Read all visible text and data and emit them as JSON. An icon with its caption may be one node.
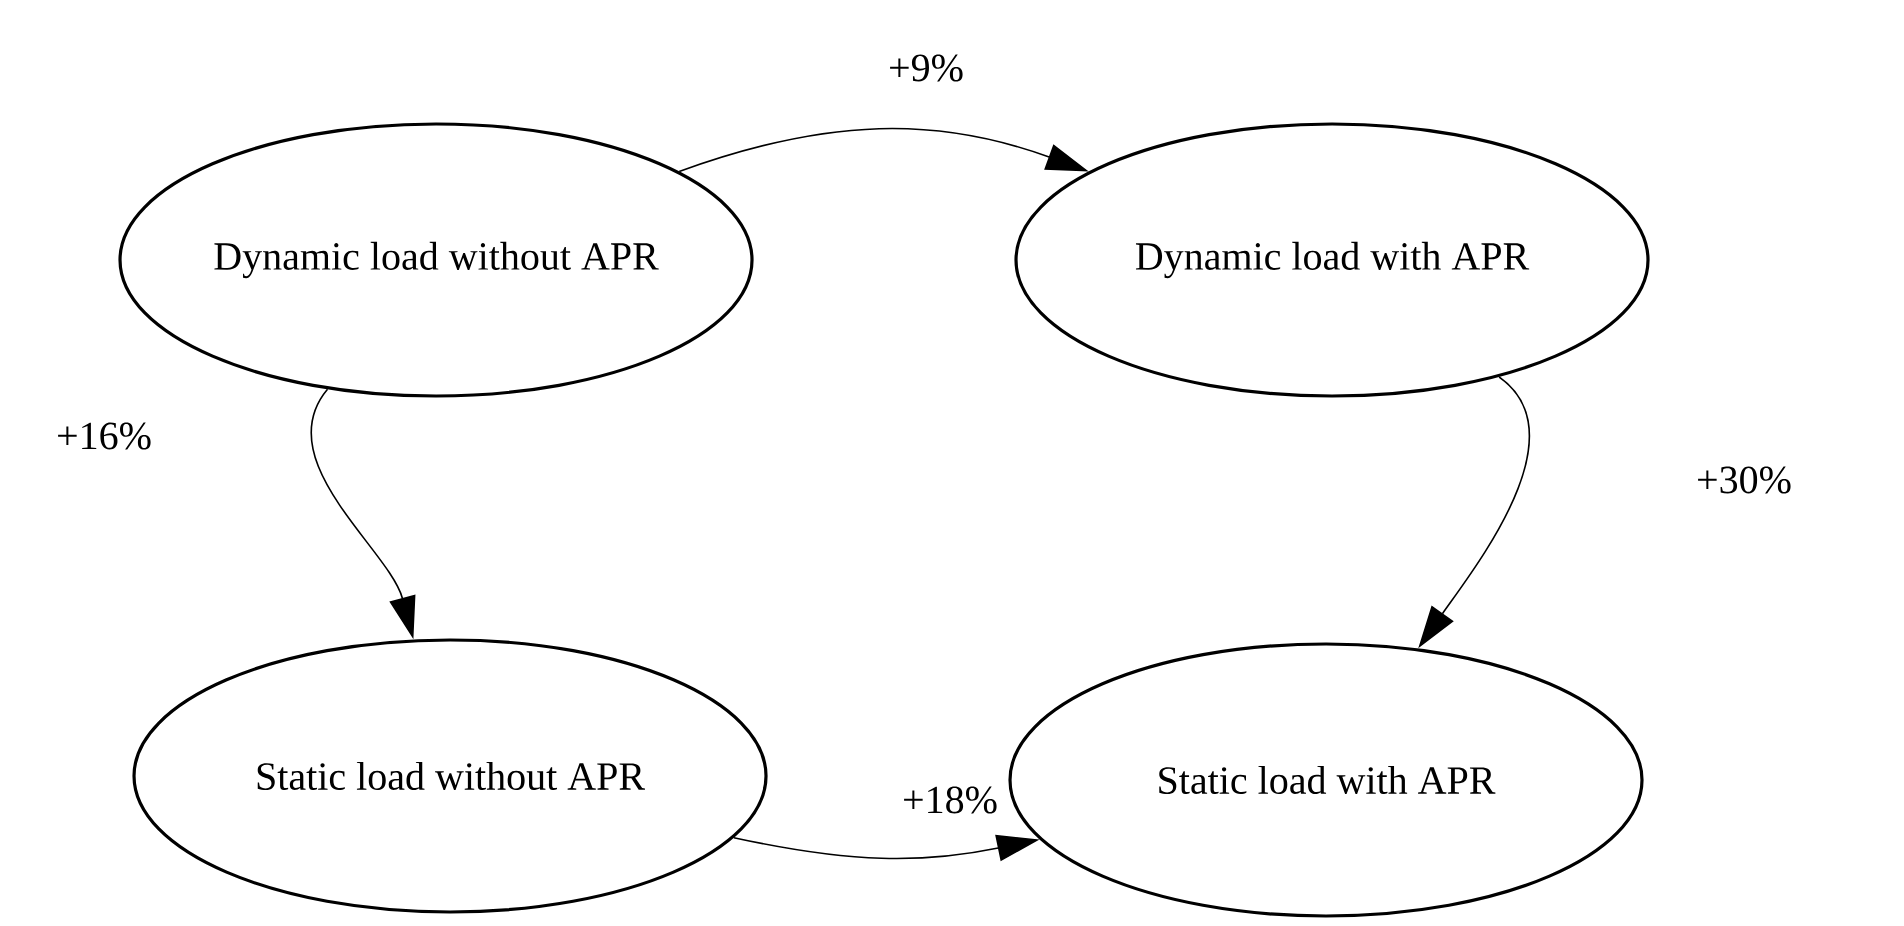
{
  "diagram": {
    "nodes": [
      {
        "text": [
          "Dynamic load without APR"
        ]
      },
      {
        "text": [
          "Dynamic load with APR"
        ]
      },
      {
        "text": [
          "Static load without APR"
        ]
      },
      {
        "text": [
          "Static load with APR"
        ]
      }
    ],
    "edges": [
      {
        "from": 0,
        "to": 1,
        "arrow": "to",
        "label": "+9%"
      },
      {
        "from": 0,
        "to": 2,
        "arrow": "to",
        "label": "+16%"
      },
      {
        "from": 1,
        "to": 3,
        "arrow": "to",
        "label": "+30%"
      },
      {
        "from": 2,
        "to": 3,
        "arrow": "to",
        "label": "+18%"
      }
    ]
  }
}
